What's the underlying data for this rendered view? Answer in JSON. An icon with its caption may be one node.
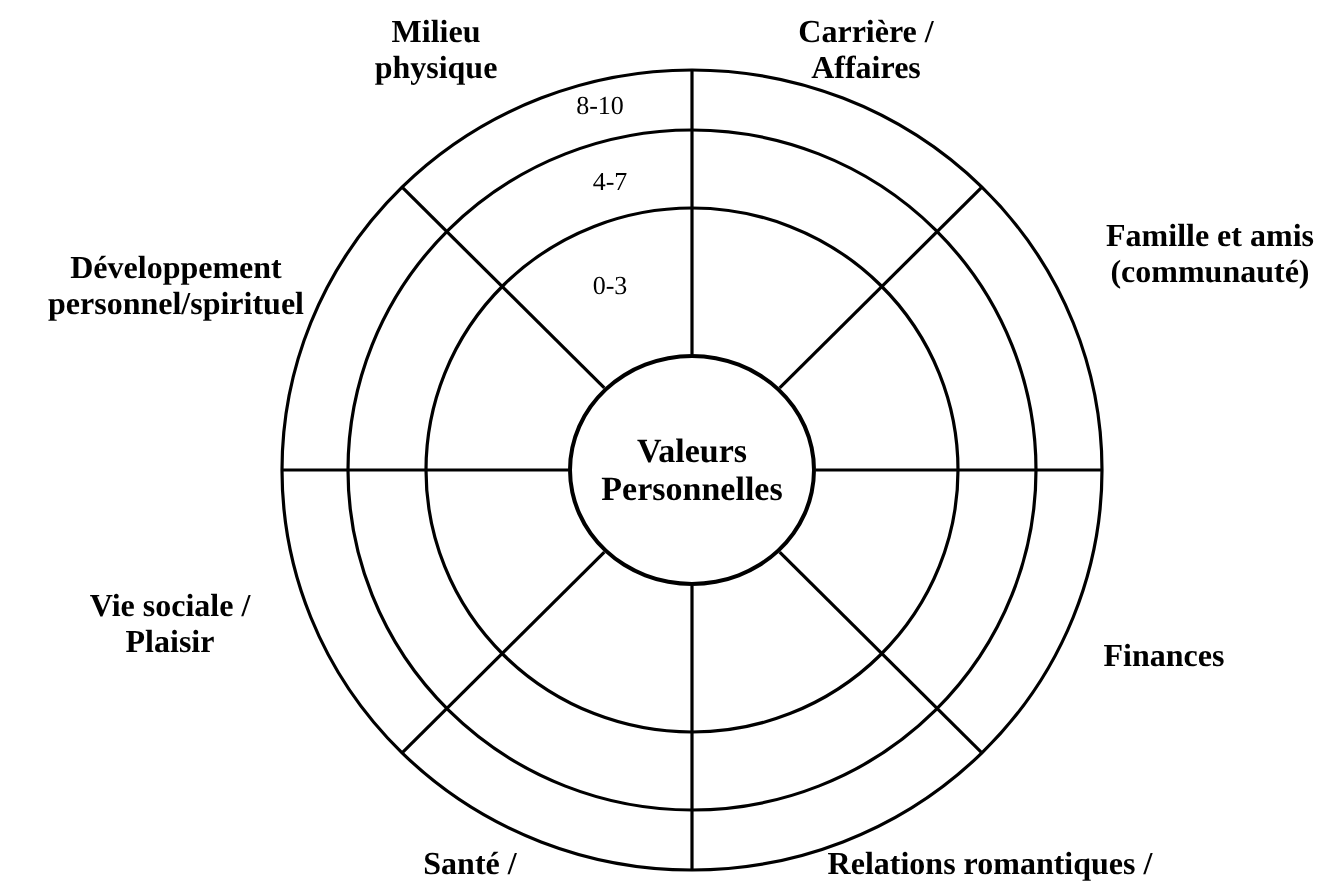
{
  "diagram": {
    "nodes": [
      {
        "text": [
          "Valeurs Personnelles"
        ]
      }
    ],
    "edges": [],
    "labels": [
      "Milieu physique",
      "Carrière / Affaires",
      "8-10",
      "4-7",
      "Famille et amis (communauté)",
      "Développement personnel/spirituel",
      "0-3",
      "Vie sociale / Plaisir",
      "Finances",
      "Santé /",
      "Relations romantiques /"
    ]
  }
}
